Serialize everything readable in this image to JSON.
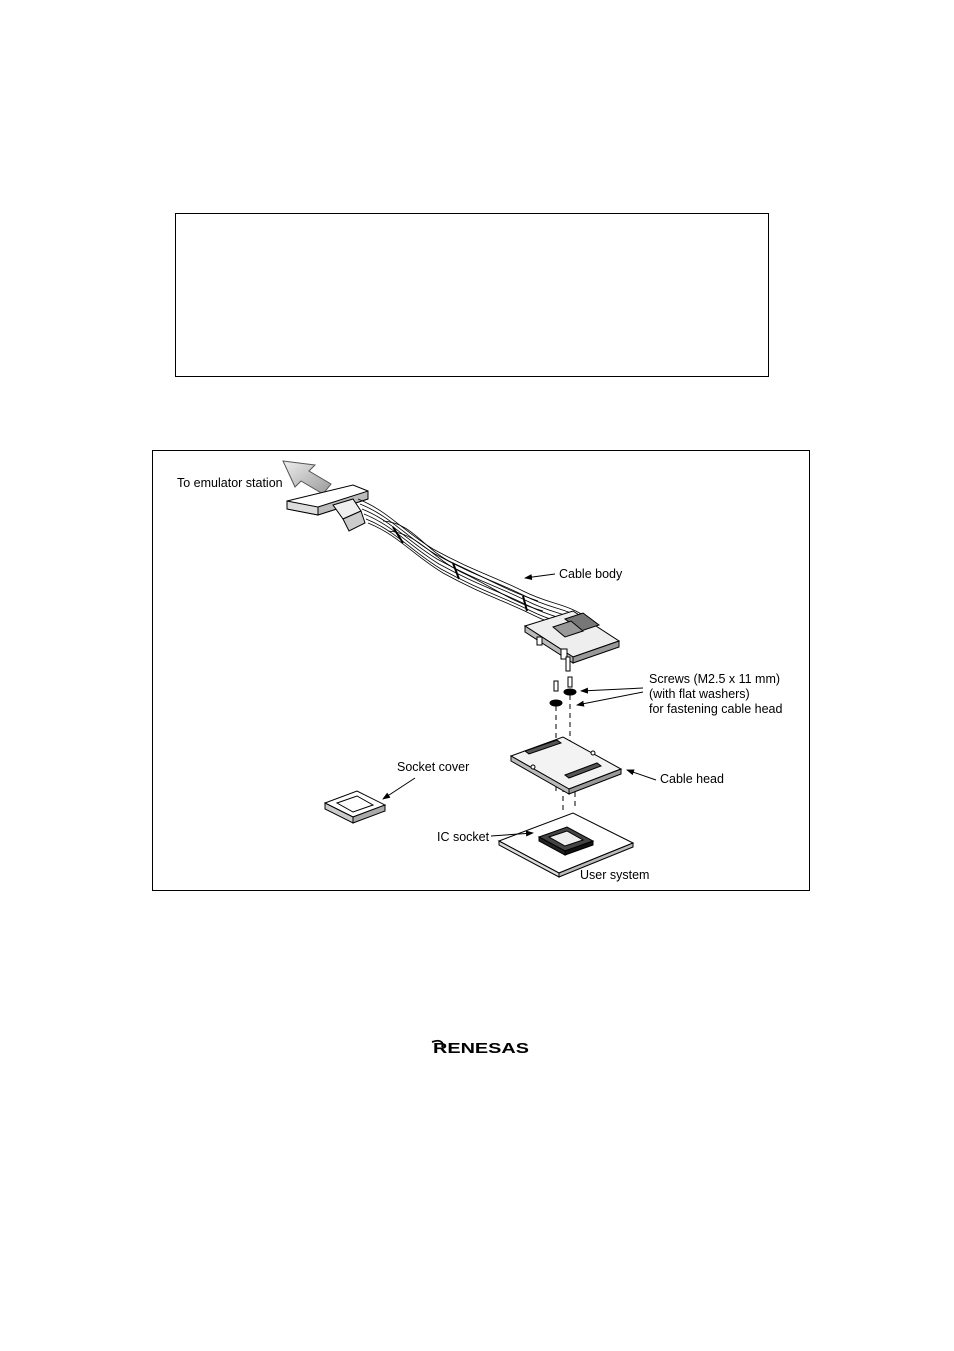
{
  "figure": {
    "labels": {
      "to_emulator": "To emulator station",
      "cable_body": "Cable body",
      "screws_line1": "Screws (M2.5 x 11 mm)",
      "screws_line2": "(with flat washers)",
      "screws_line3": "for fastening cable head",
      "socket_cover": "Socket cover",
      "cable_head": "Cable head",
      "ic_socket": "IC socket",
      "user_system": "User system"
    }
  },
  "footer": {
    "logo_text": "RENESAS"
  }
}
